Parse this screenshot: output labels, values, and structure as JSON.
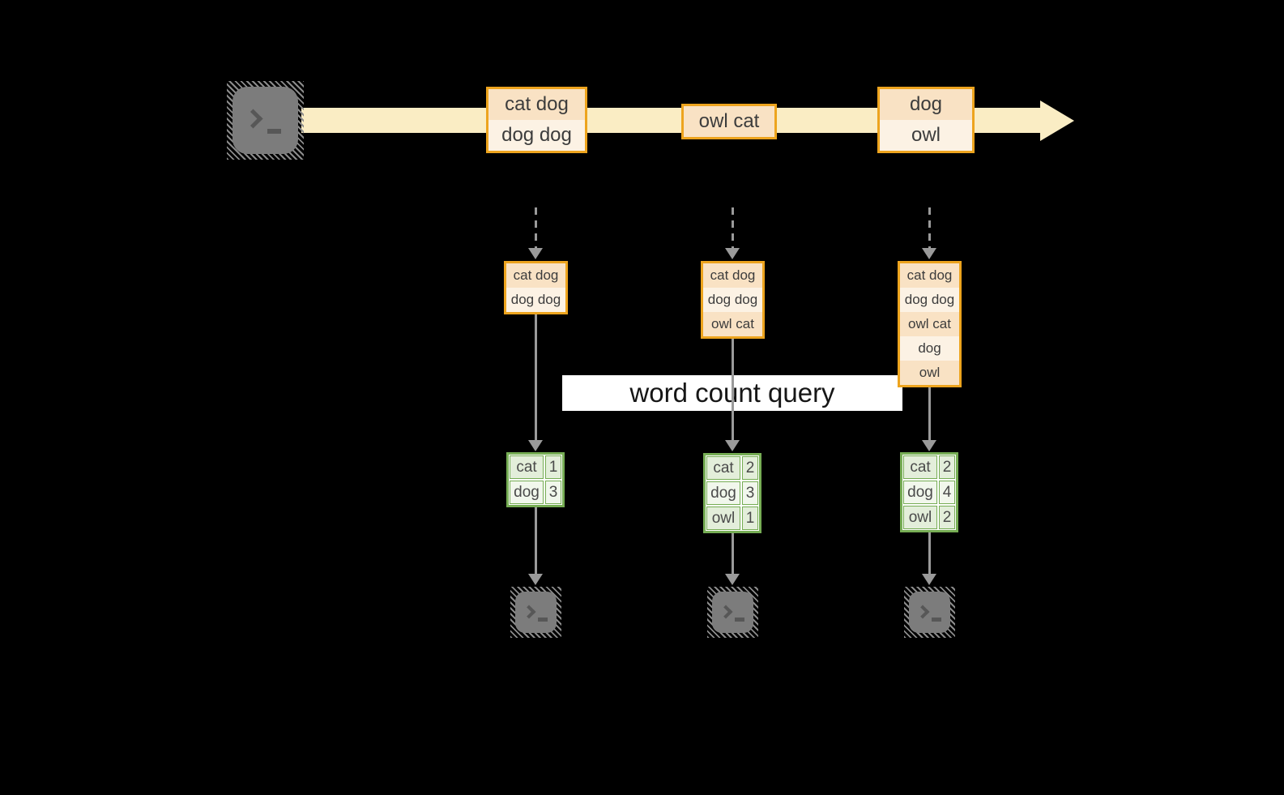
{
  "colors": {
    "orange": "#EDA41E",
    "peach_dark": "#F9E2C4",
    "peach_light": "#FCF2E4",
    "band": "#FAEDC4",
    "green": "#76AD54",
    "green_dark": "#E3EEDA",
    "green_light": "#F1F7EC",
    "gray": "#9A9A9A",
    "term_hatch": "#8B8B8B",
    "term_body": "#7C7C7C",
    "term_glyph": "#575757",
    "text_dark": "#3C3C3C"
  },
  "diagram": {
    "query_label": "word count query",
    "stream_events": [
      {
        "rows": [
          "cat dog",
          "dog dog"
        ]
      },
      {
        "rows": [
          "owl cat"
        ]
      },
      {
        "rows": [
          "dog",
          "owl"
        ]
      }
    ],
    "columns": [
      {
        "buffer": [
          "cat dog",
          "dog dog"
        ],
        "counts": [
          [
            "cat",
            "1"
          ],
          [
            "dog",
            "3"
          ]
        ]
      },
      {
        "buffer": [
          "cat dog",
          "dog dog",
          "owl cat"
        ],
        "counts": [
          [
            "cat",
            "2"
          ],
          [
            "dog",
            "3"
          ],
          [
            "owl",
            "1"
          ]
        ]
      },
      {
        "buffer": [
          "cat dog",
          "dog dog",
          "owl cat",
          "dog",
          "owl"
        ],
        "counts": [
          [
            "cat",
            "2"
          ],
          [
            "dog",
            "4"
          ],
          [
            "owl",
            "2"
          ]
        ]
      }
    ]
  }
}
